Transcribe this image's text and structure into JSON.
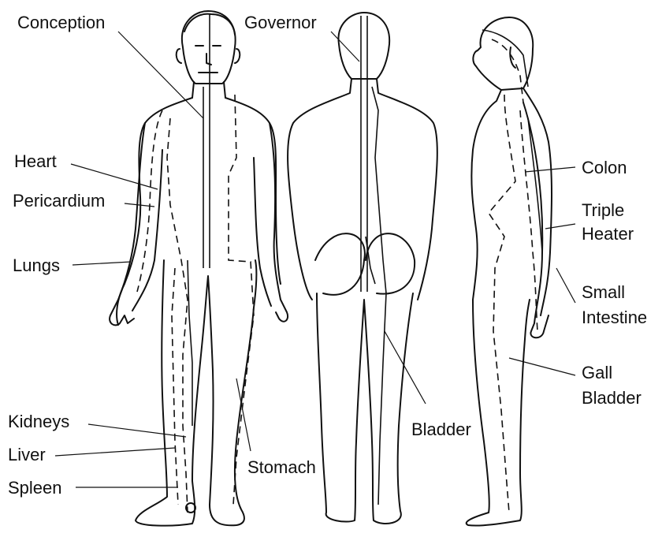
{
  "labels": {
    "conception": "Conception",
    "governor": "Governor",
    "heart": "Heart",
    "pericardium": "Pericardium",
    "lungs": "Lungs",
    "kidneys": "Kidneys",
    "liver": "Liver",
    "spleen": "Spleen",
    "stomach": "Stomach",
    "bladder": "Bladder",
    "colon": "Colon",
    "triple_line1": "Triple",
    "triple_line2": "Heater",
    "small_line1": "Small",
    "small_line2": "Intestine",
    "gall_line1": "Gall",
    "gall_line2": "Bladder"
  }
}
